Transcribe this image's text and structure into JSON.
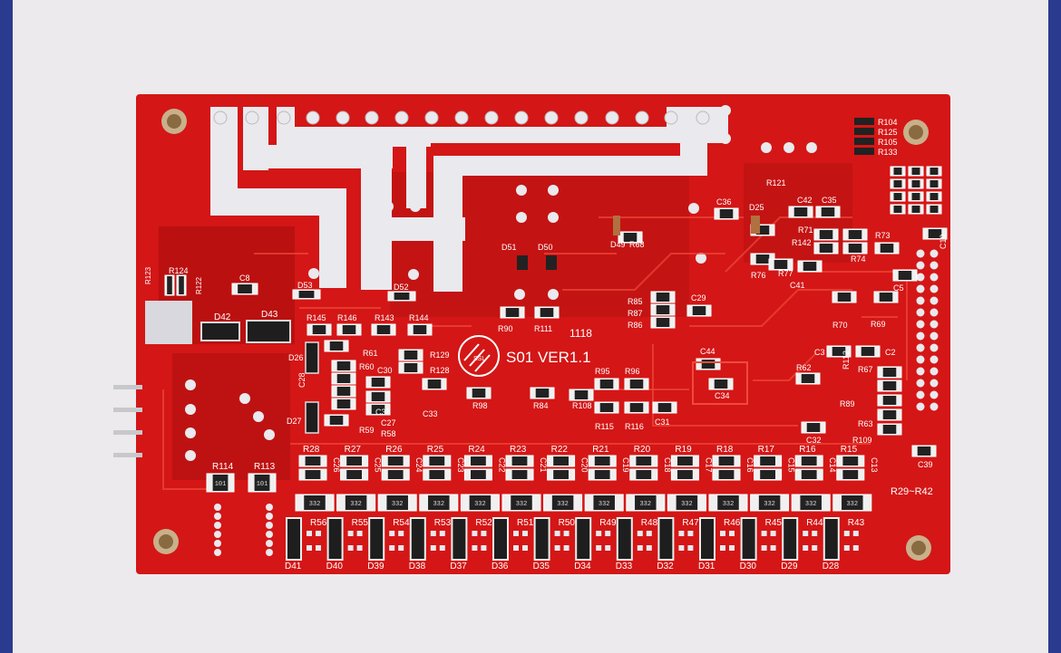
{
  "colors": {
    "frame": "#2a3b8f",
    "background": "#eceaec",
    "pcb": "#d41616",
    "pcb_dark": "#a50d0d",
    "pad": "#e9e9ee",
    "silk": "#ffffff",
    "part_body": "#222222"
  },
  "board": {
    "brand": "SSL",
    "version": "S01  VER1.1",
    "small_mark": "1118",
    "row_resistors": [
      "R28",
      "R27",
      "R26",
      "R25",
      "R24",
      "R23",
      "R22",
      "R21",
      "R20",
      "R19",
      "R18",
      "R17",
      "R16",
      "R15"
    ],
    "row_caps": [
      "C26",
      "C25",
      "C24",
      "C23",
      "C22",
      "C21",
      "C20",
      "C19",
      "C18",
      "C17",
      "C16",
      "C15",
      "C14",
      "C13"
    ],
    "smd_code": "332",
    "bottom_resistors": [
      "R56",
      "R55",
      "R54",
      "R53",
      "R52",
      "R51",
      "R50",
      "R49",
      "R48",
      "R47",
      "R46",
      "R45",
      "R44",
      "R43"
    ],
    "bottom_diodes": [
      "D41",
      "D40",
      "D39",
      "D38",
      "D37",
      "D36",
      "D35",
      "D34",
      "D33",
      "D32",
      "D31",
      "D30",
      "D29",
      "D28"
    ],
    "range_label": "R29~R42",
    "top_right_labels": [
      "R104",
      "R125",
      "R105",
      "R133"
    ],
    "mid_labels": [
      "R145",
      "R146",
      "R143",
      "R144",
      "R61",
      "R60",
      "R59",
      "C28",
      "C30",
      "C38",
      "C27",
      "R58",
      "R129",
      "R128",
      "C33",
      "R98",
      "R84",
      "R108",
      "R95",
      "R96",
      "R115",
      "R116",
      "C31",
      "R90",
      "R111",
      "D51",
      "D50",
      "R85",
      "R87",
      "R86",
      "C29",
      "C44",
      "C34",
      "R62",
      "C36",
      "D25",
      "D49",
      "R68",
      "R121",
      "C42",
      "C35",
      "R71",
      "R142",
      "R73",
      "R74",
      "R76",
      "R77",
      "C41",
      "R70",
      "R69",
      "C3",
      "C2",
      "R67",
      "R112",
      "R89",
      "R63",
      "R109",
      "C32",
      "C39",
      "C5",
      "C10"
    ],
    "left_labels": [
      "R123",
      "R124",
      "R122",
      "C8",
      "D53",
      "D52",
      "D42",
      "D43",
      "D26",
      "D27",
      "R114",
      "R113"
    ],
    "r114_code": "101",
    "r113_code": "101"
  }
}
